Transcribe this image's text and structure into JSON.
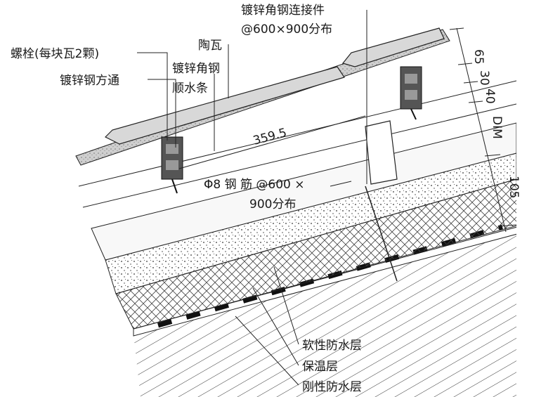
{
  "diagram": {
    "labels": {
      "connector": "镀锌角钢连接件",
      "connector_spacing": "@600×900分布",
      "bolt": "螺栓(每块瓦2颗)",
      "tile": "陶瓦",
      "angle_strip_1": "镀锌角钢",
      "angle_strip_2": "顺水条",
      "square_tube": "镀锌钢方通",
      "span": "359.5",
      "rebar_1": "Φ8 钢 筋 @600 ×",
      "rebar_2": "900分布",
      "flexible_waterproof": "软性防水层",
      "insulation": "保温层",
      "rigid_waterproof": "刚性防水层"
    },
    "dimensions": {
      "d1": "65",
      "d2": "30",
      "d3": "40",
      "d4": "DIM",
      "d5": "105"
    }
  }
}
